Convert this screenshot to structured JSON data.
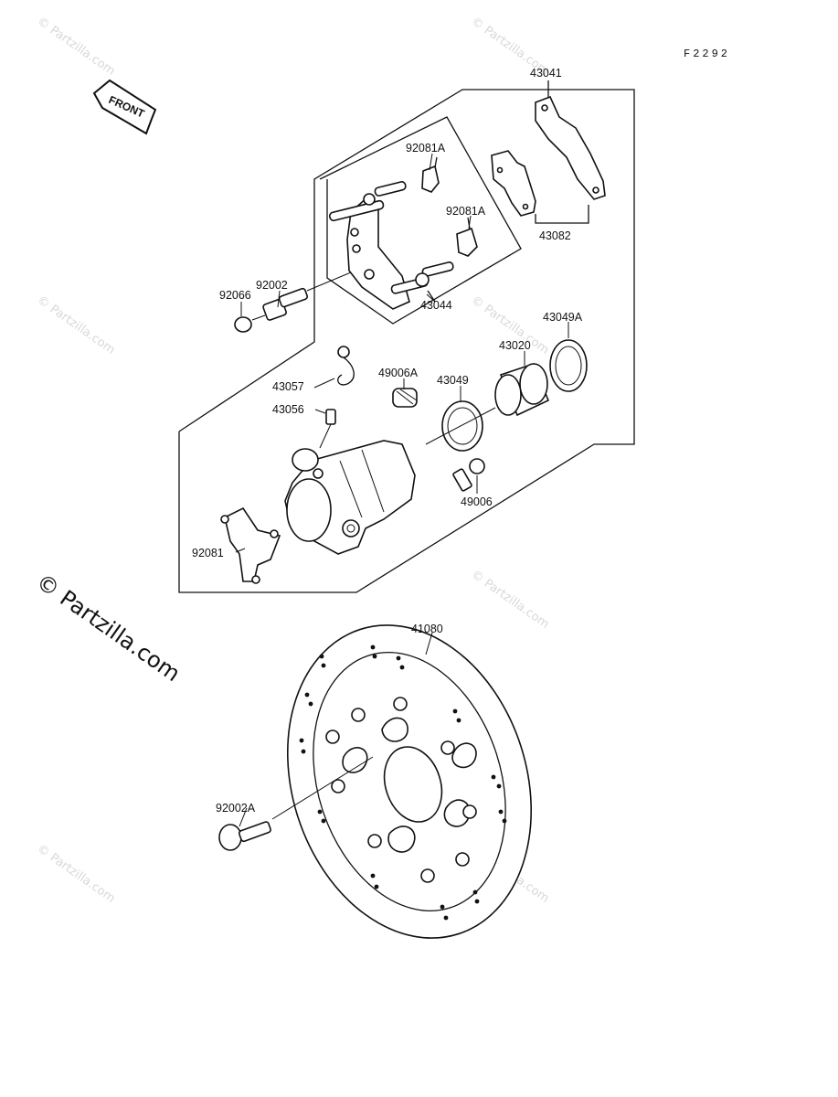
{
  "figure_code": "F2292",
  "front_label": "FRONT",
  "watermark": {
    "main": "© Partzilla.com",
    "tile": "© Partzilla.com"
  },
  "parts": {
    "p43041": "43041",
    "p43082": "43082",
    "p92081A_top": "92081A",
    "p92081A_mid": "92081A",
    "p43044": "43044",
    "p92002": "92002",
    "p92066": "92066",
    "p43049A": "43049A",
    "p43020": "43020",
    "p43057": "43057",
    "p49006A": "49006A",
    "p43049": "43049",
    "p43056": "43056",
    "p49006": "49006",
    "p92081": "92081",
    "p41080": "41080",
    "p92002A": "92002A"
  }
}
